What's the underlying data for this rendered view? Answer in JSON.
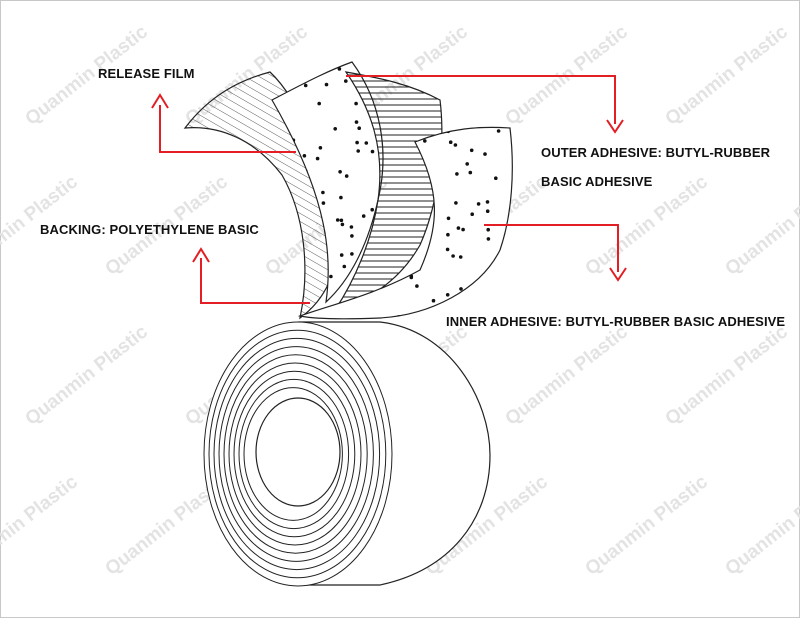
{
  "watermark_text": "Quanmin Plastic",
  "labels": {
    "release_film": "RELEASE FILM",
    "outer_adhesive_line1": "OUTER ADHESIVE: BUTYL-RUBBER",
    "outer_adhesive_line2": "BASIC ADHESIVE",
    "backing": "BACKING: POLYETHYLENE BASIC",
    "inner_adhesive": "INNER ADHESIVE: BUTYL-RUBBER BASIC ADHESIVE"
  },
  "colors": {
    "arrow": "#e31e24",
    "line": "#222222",
    "watermark": "#e3e3e3"
  }
}
